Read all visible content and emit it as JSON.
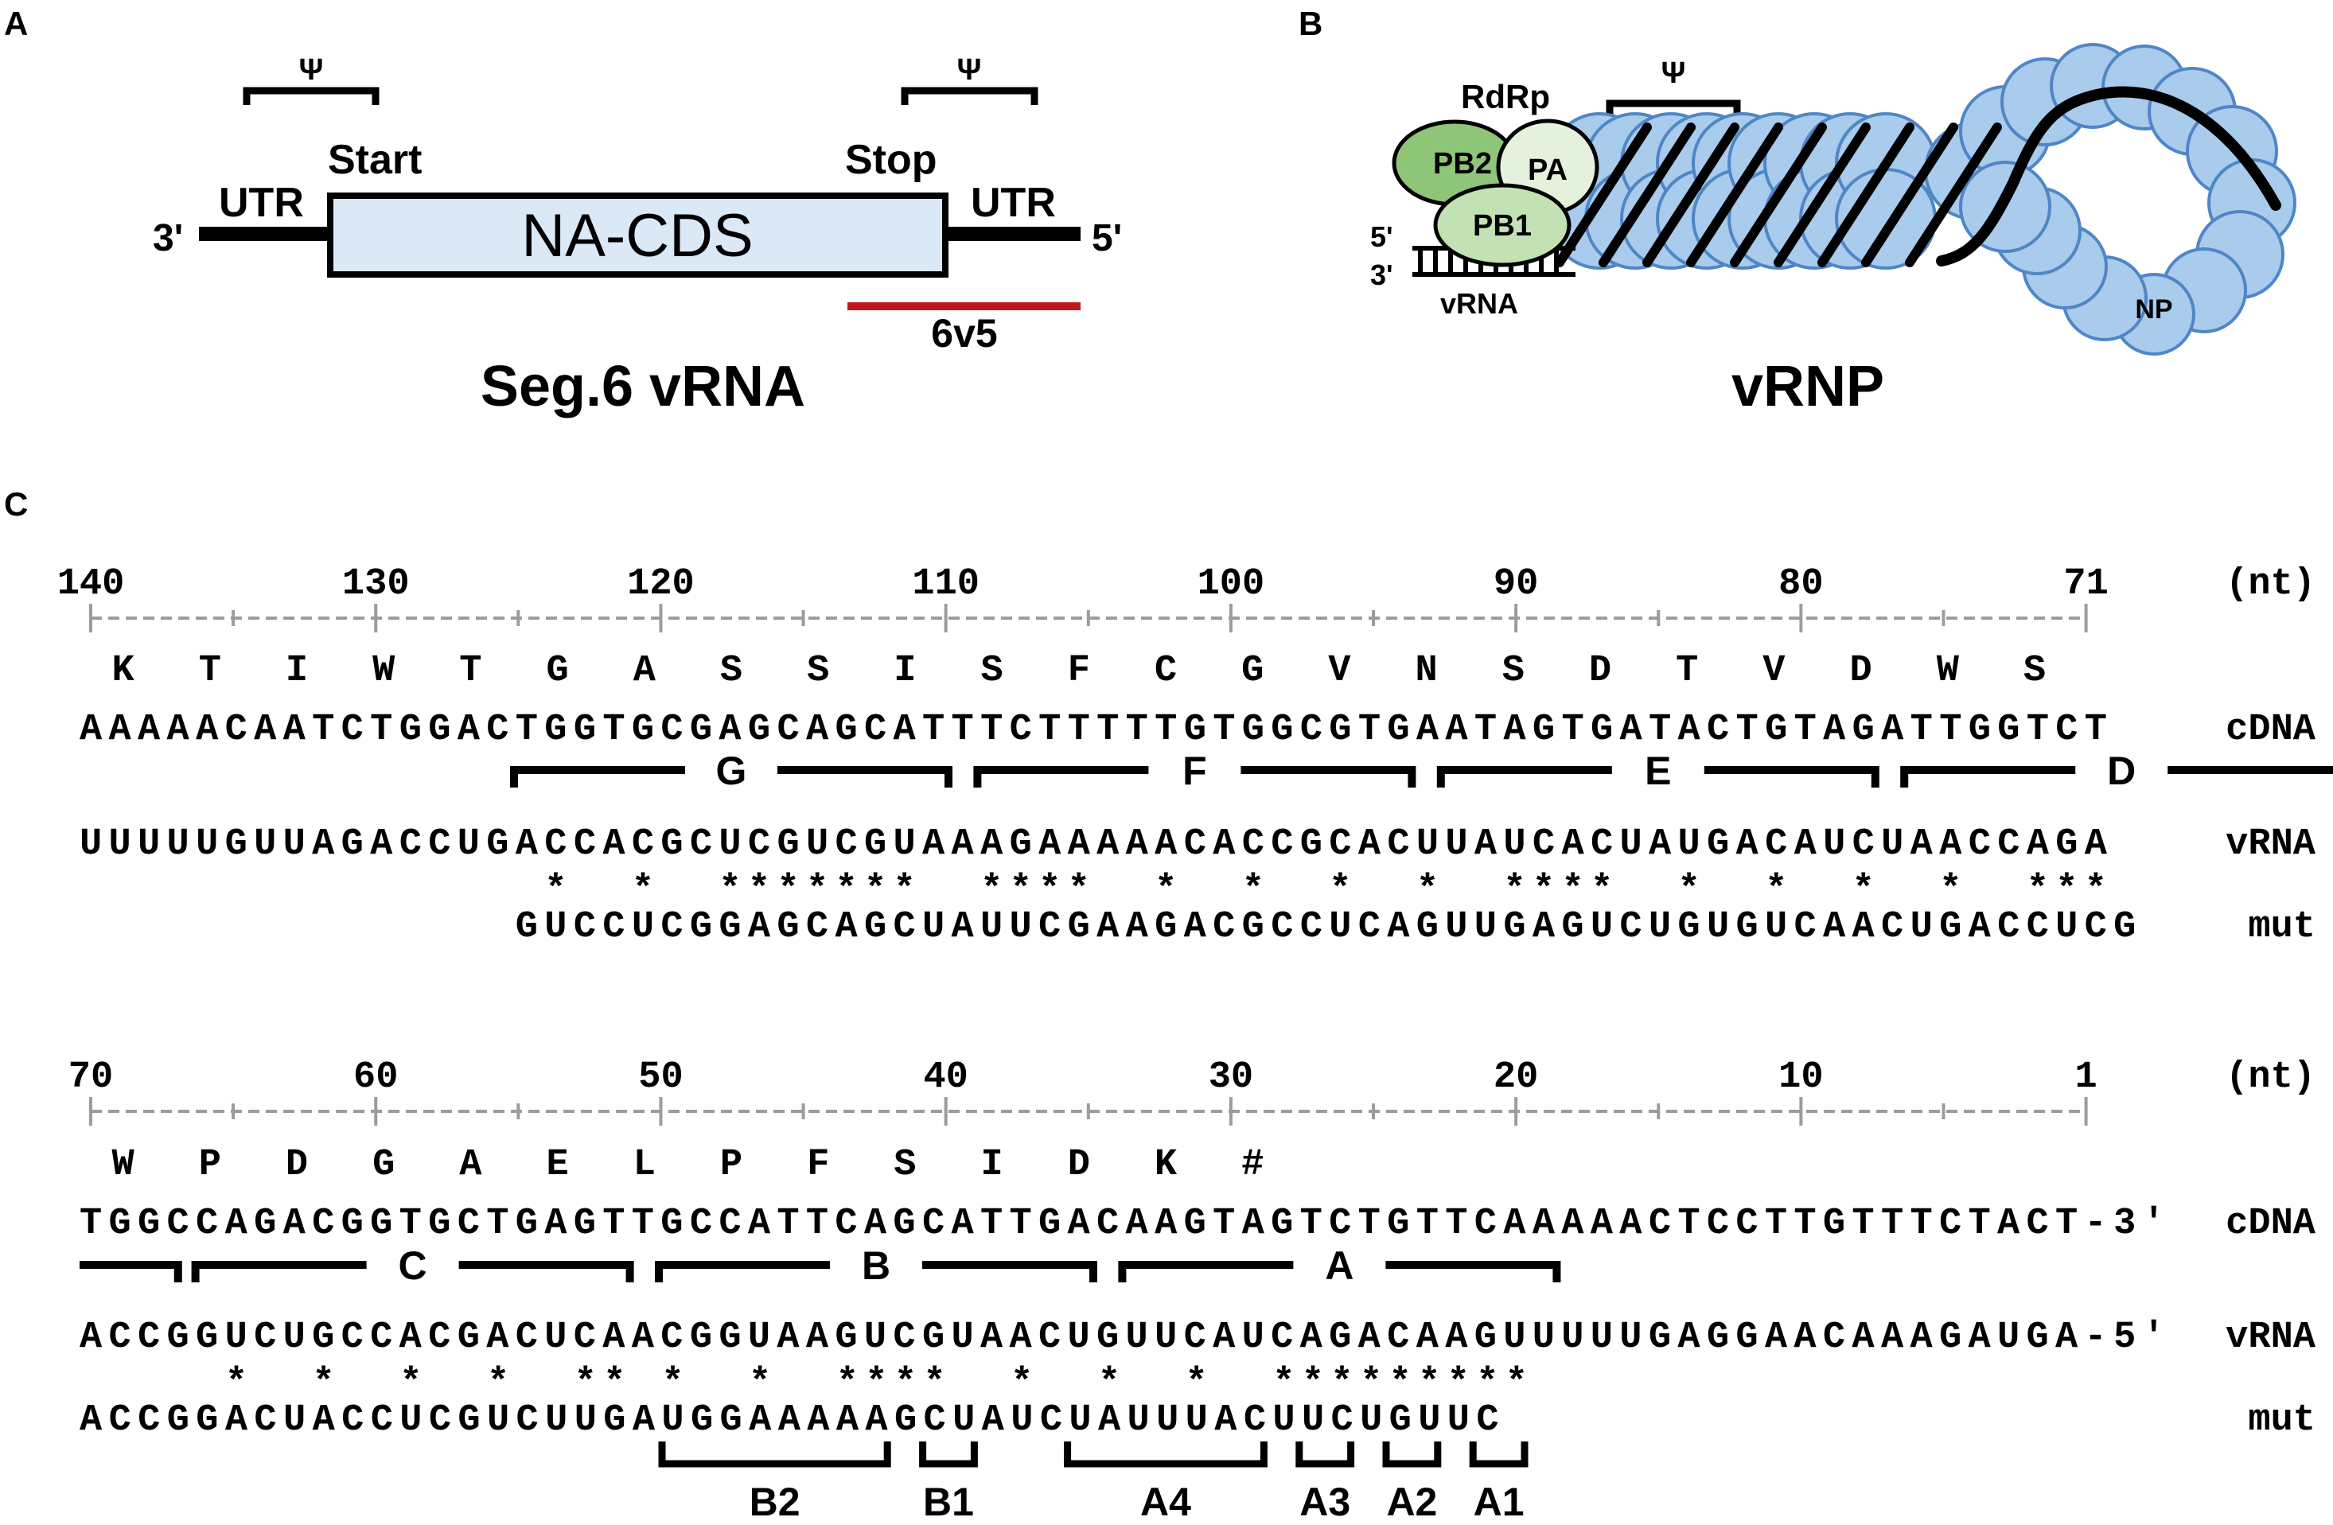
{
  "colors": {
    "line": "#000000",
    "cds_fill": "#dbe8f6",
    "probe_red": "#c0171b",
    "ruler_gray": "#9c9c9c",
    "np_fill": "#a9cbec",
    "np_stroke": "#4f86c6",
    "pb2_fill": "#8fc579",
    "pa_fill": "#e4f1dc",
    "pb1_fill": "#c3e2b4"
  },
  "panel_a": {
    "letter": "A",
    "psi": "Ψ",
    "start": "Start",
    "stop": "Stop",
    "utr": "UTR",
    "three_prime": "3'",
    "five_prime": "5'",
    "cds": "NA-CDS",
    "probe": "6v5",
    "title": "Seg.6 vRNA"
  },
  "panel_b": {
    "letter": "B",
    "psi": "Ψ",
    "rdrp": "RdRp",
    "pb2": "PB2",
    "pa": "PA",
    "pb1": "PB1",
    "five_prime": "5'",
    "three_prime": "3'",
    "vrna": "vRNA",
    "np": "NP",
    "title": "vRNP"
  },
  "panel_c": {
    "letter": "C",
    "unit": "(nt)",
    "row_labels": {
      "cdna": "cDNA",
      "vrna": "vRNA",
      "mut": "mut"
    },
    "block1": {
      "ticks": [
        "140",
        "130",
        "120",
        "110",
        "100",
        "90",
        "80",
        "71"
      ],
      "amino_acids": [
        "K",
        "T",
        "I",
        "W",
        "T",
        "G",
        "A",
        "S",
        "S",
        "I",
        "S",
        "F",
        "C",
        "G",
        "V",
        "N",
        "S",
        "D",
        "T",
        "V",
        "D",
        "W",
        "S"
      ],
      "cdna": "AAAAACAATCTGGACTGGTGCGAGCAGCATTTCTTTTTGTGGCGTGAATAGTGATACTGTAGATTGGTCT",
      "vrna": "UUUUUGUUAGACCUGACCACGCUCGUCGUAAAGAAAAACACCGCACUUAUCACUAUGACAUCUAACCAGA",
      "stars": "                *  *  *******  ****  *  *  *  *  ****  *  *  *  *  ***",
      "mut": "               GUCCUCGGAGCAGCUAUUCGAAGACGCCUCAGUUGAGUCUGUGUCAACUGACCUCG",
      "regions": [
        "G",
        "F",
        "E",
        "D"
      ]
    },
    "block2": {
      "ticks": [
        "70",
        "60",
        "50",
        "40",
        "30",
        "20",
        "10",
        "1"
      ],
      "amino_acids": [
        "W",
        "P",
        "D",
        "G",
        "A",
        "E",
        "L",
        "P",
        "F",
        "S",
        "I",
        "D",
        "K",
        "#"
      ],
      "cdna": "TGGCCAGACGGTGCTGAGTTGCCATTCAGCATTGACAAGTAGTCTGTTCAAAAACTCCTTGTTTCTACT",
      "cdna_end": "-3'",
      "vrna": "ACCGGUCUGCCACGACUCAACGGUAAGUCGUAACUGUUCAUCAGACAAGUUUUUGAGGAACAAAGAUGA",
      "vrna_end": "-5'",
      "stars": "     *  *  *  *  ** *  *  ****  *  *  *  *********",
      "mut": "ACCGGACUACCUCGUCUUGAUGGAAAAAGCUAUCUAUUUACUUCUGUUC",
      "regions": [
        "C",
        "B",
        "A"
      ],
      "sub_regions": [
        "B2",
        "B1",
        "A4",
        "A3",
        "A2",
        "A1"
      ]
    }
  }
}
